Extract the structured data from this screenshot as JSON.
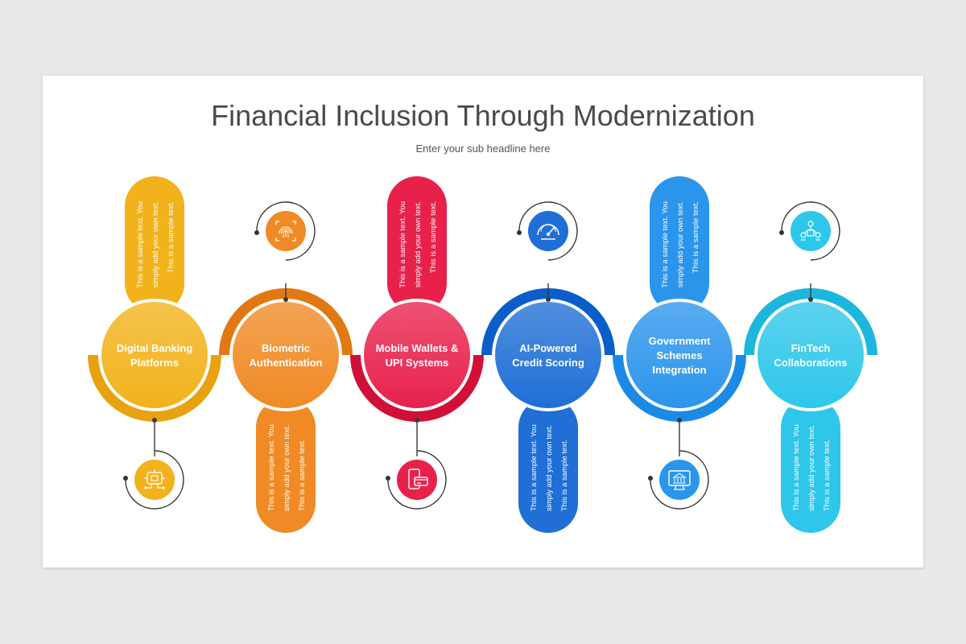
{
  "title": "Financial Inclusion Through Modernization",
  "subtitle": "Enter your sub headline here",
  "steps": [
    {
      "label_lines": [
        "Digital Banking",
        "Platforms"
      ],
      "text_lines": [
        "This is a sample text. You",
        "simply add your own text.",
        "This is a sample text."
      ],
      "color": "#f2b21b",
      "color_dark": "#e9a20f",
      "icon": "circuit-board-icon",
      "pill": "up",
      "arc": "bottom"
    },
    {
      "label_lines": [
        "Biometric",
        "Authentication"
      ],
      "text_lines": [
        "This is a sample text. You",
        "simply add your own text.",
        "This is a sample text."
      ],
      "color": "#f08a24",
      "color_dark": "#e17812",
      "icon": "fingerprint-icon",
      "pill": "down",
      "arc": "top"
    },
    {
      "label_lines": [
        "Mobile Wallets &",
        "UPI Systems"
      ],
      "text_lines": [
        "This is a sample text. You",
        "simply add your own text.",
        "This is a sample text."
      ],
      "color": "#e8214b",
      "color_dark": "#d01037",
      "icon": "mobile-card-icon",
      "pill": "up",
      "arc": "bottom"
    },
    {
      "label_lines": [
        "AI-Powered",
        "Credit Scoring"
      ],
      "text_lines": [
        "This is a sample text. You",
        "simply add your own text.",
        "This is a sample text."
      ],
      "color": "#1f6fd6",
      "color_dark": "#0b5ec9",
      "icon": "speedometer-icon",
      "pill": "down",
      "arc": "top"
    },
    {
      "label_lines": [
        "Government",
        "Schemes",
        "Integration"
      ],
      "text_lines": [
        "This is a sample text. You",
        "simply add your own text.",
        "This is a sample text."
      ],
      "color": "#2b95ec",
      "color_dark": "#1a8ae6",
      "icon": "government-monitor-icon",
      "pill": "up",
      "arc": "bottom"
    },
    {
      "label_lines": [
        "FinTech",
        "Collaborations"
      ],
      "text_lines": [
        "This is a sample text. You",
        "simply add your own text.",
        "This is a sample text."
      ],
      "color": "#2ec7ea",
      "color_dark": "#1db7de",
      "icon": "network-people-icon",
      "pill": "down",
      "arc": "top"
    }
  ]
}
